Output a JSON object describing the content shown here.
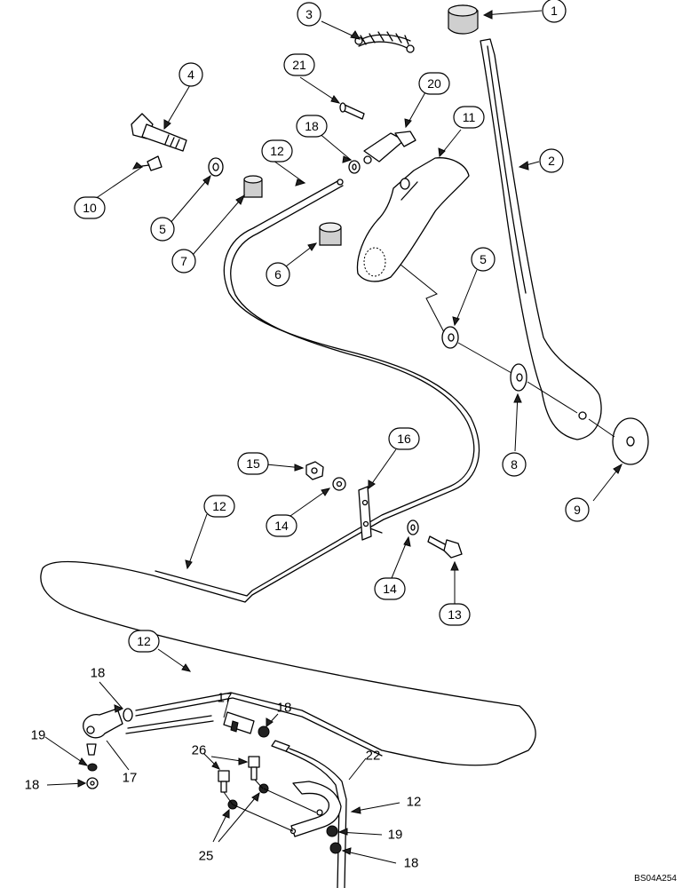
{
  "diagram": {
    "drawing_code": "BS04A254",
    "callouts": {
      "c1": "1",
      "c2": "2",
      "c3": "3",
      "c4": "4",
      "c5a": "5",
      "c5b": "5",
      "c6": "6",
      "c7": "7",
      "c8": "8",
      "c9": "9",
      "c10": "10",
      "c11": "11",
      "c12a": "12",
      "c12b": "12",
      "c12c": "12",
      "c13": "13",
      "c14a": "14",
      "c14b": "14",
      "c15": "15",
      "c16": "16",
      "c18a": "18",
      "c20": "20",
      "c21": "21"
    },
    "labels": {
      "l17a": "17",
      "l17b": "17",
      "l18a": "18",
      "l18b": "18",
      "l18c": "18",
      "l18d": "18",
      "l19a": "19",
      "l19b": "19",
      "l22": "22",
      "l12": "12",
      "l25": "25",
      "l26": "26"
    }
  }
}
